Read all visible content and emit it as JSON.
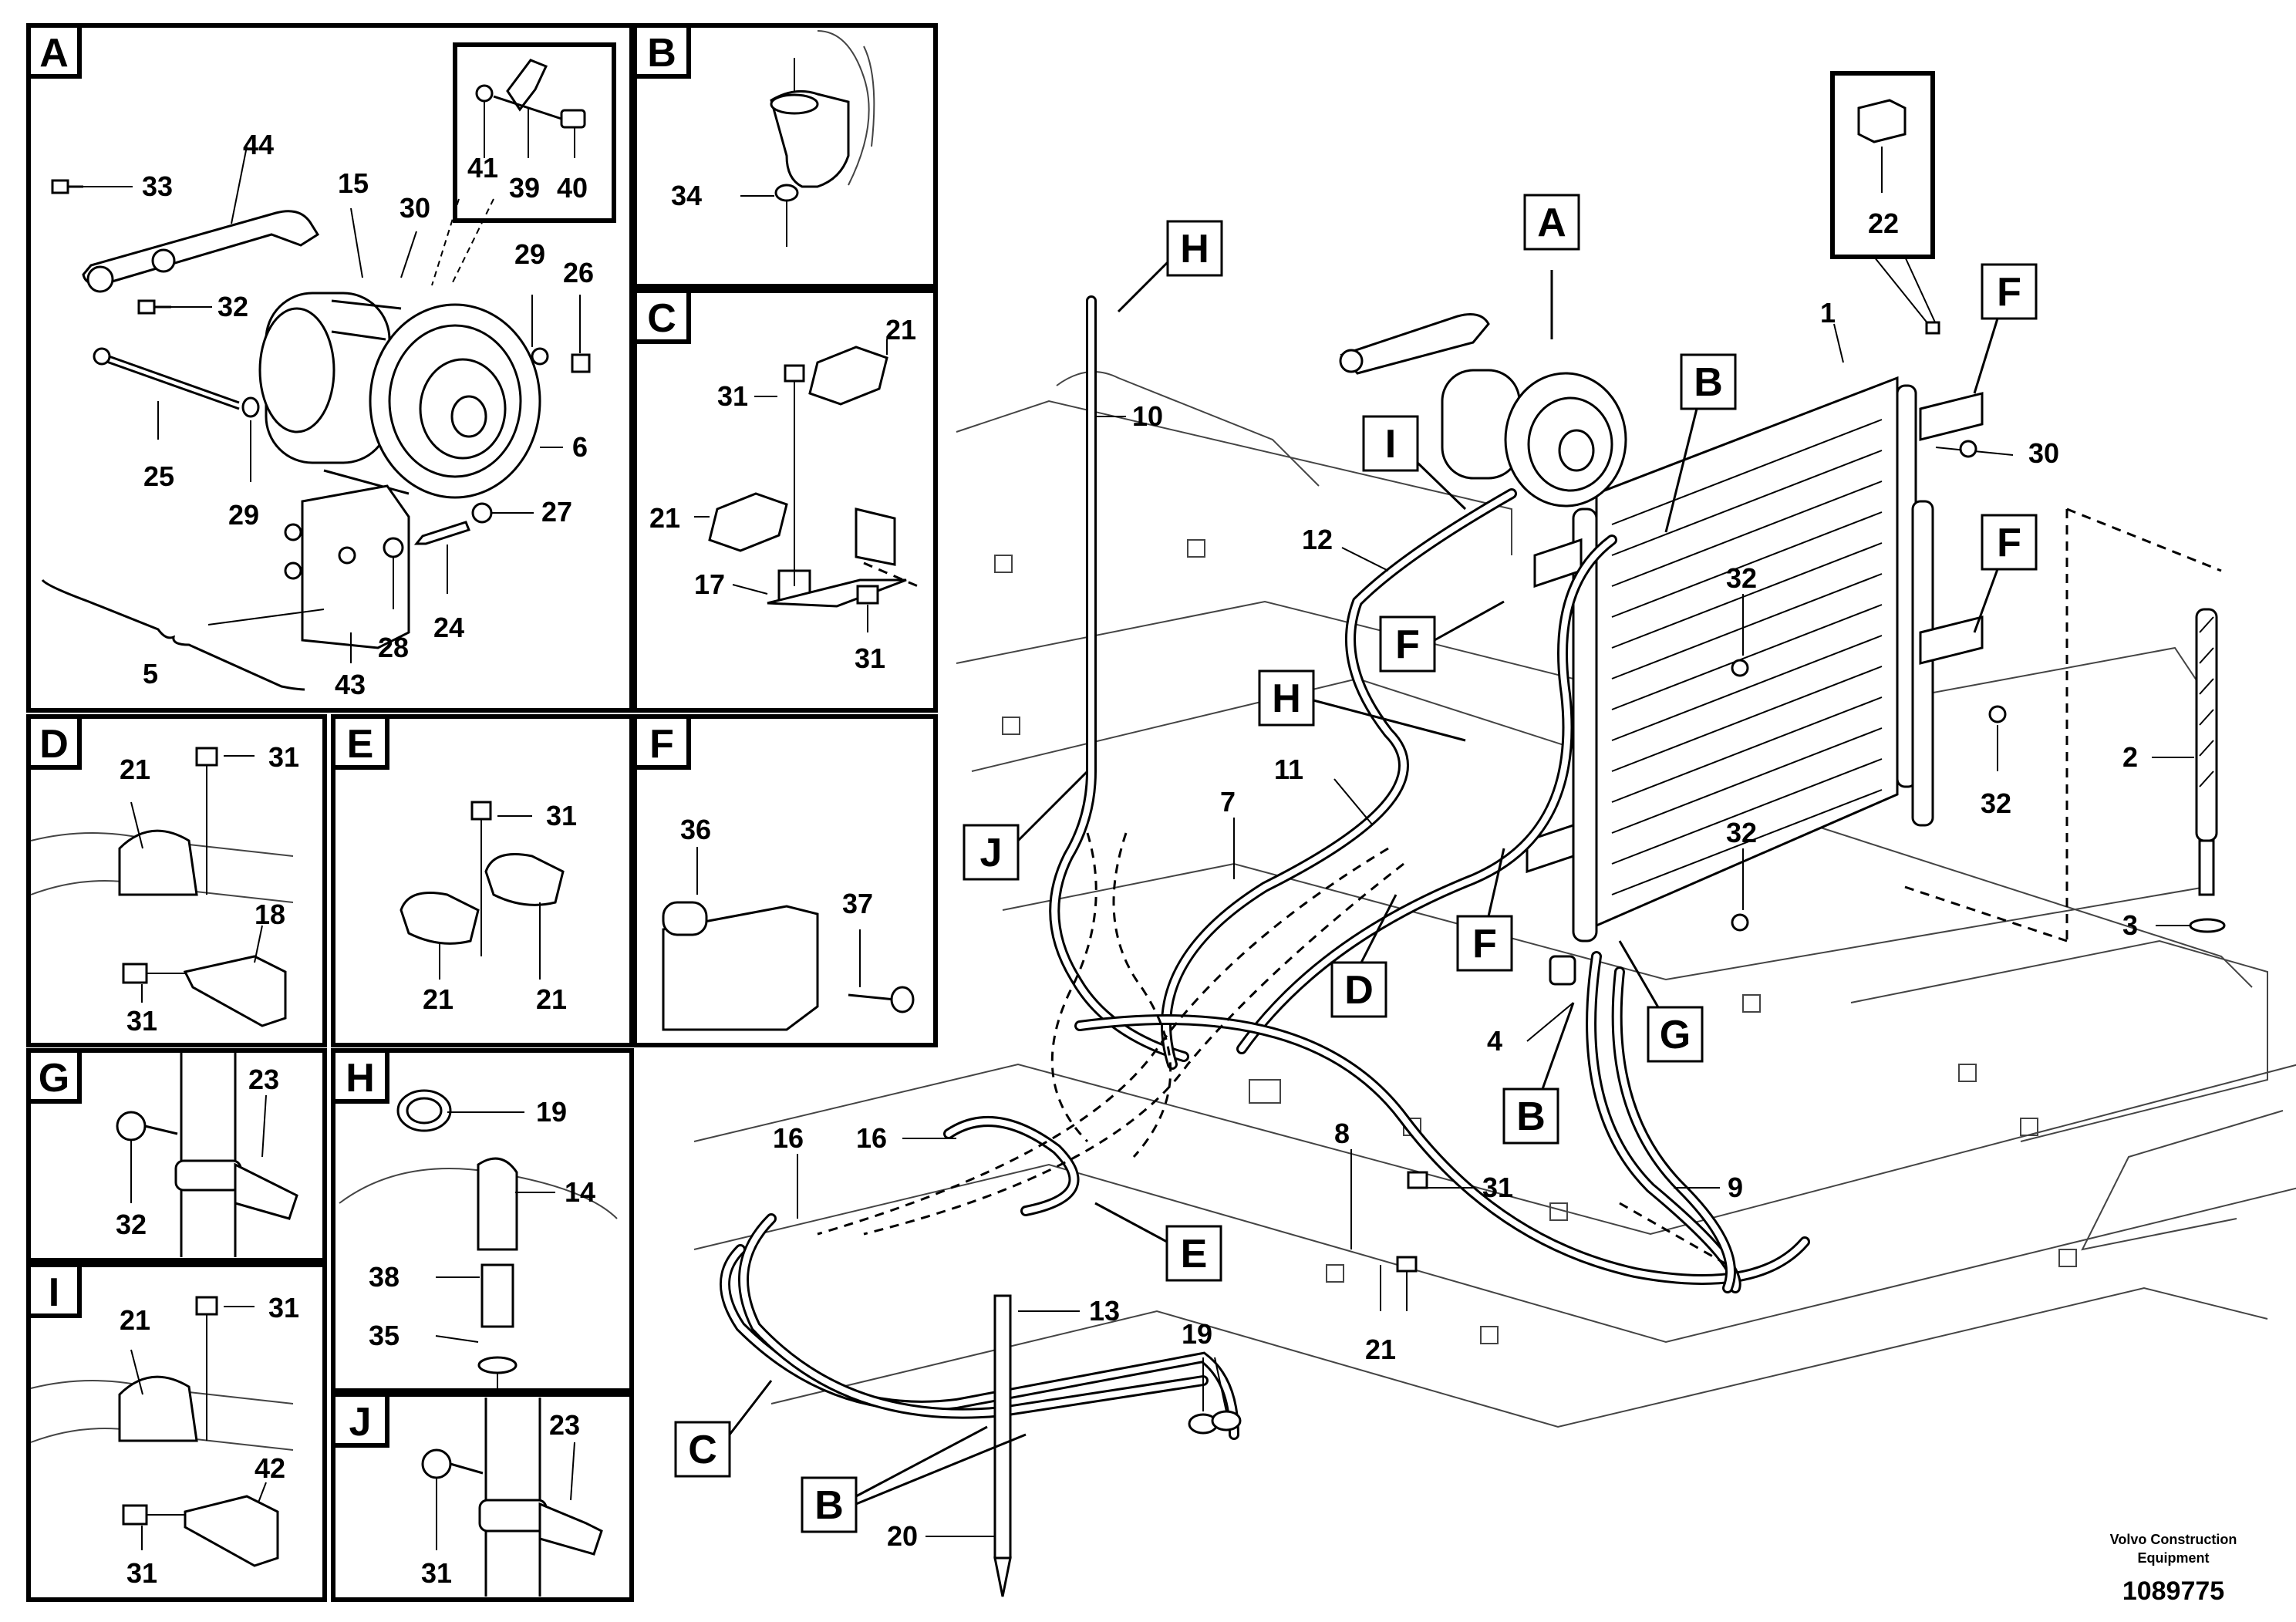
{
  "panels": {
    "A": {
      "label": "A",
      "callouts": [
        "44",
        "33",
        "15",
        "30",
        "29",
        "26",
        "32",
        "25",
        "29",
        "6",
        "27",
        "24",
        "28",
        "5",
        "43"
      ],
      "inset_callouts": [
        "41",
        "39",
        "40"
      ]
    },
    "B": {
      "label": "B",
      "callouts": [
        "34"
      ]
    },
    "C": {
      "label": "C",
      "callouts": [
        "21",
        "31",
        "21",
        "17",
        "31"
      ]
    },
    "D": {
      "label": "D",
      "callouts": [
        "21",
        "31",
        "18",
        "31"
      ]
    },
    "E": {
      "label": "E",
      "callouts": [
        "31",
        "21",
        "21"
      ]
    },
    "F": {
      "label": "F",
      "callouts": [
        "36",
        "37"
      ]
    },
    "G": {
      "label": "G",
      "callouts": [
        "23",
        "32"
      ]
    },
    "H": {
      "label": "H",
      "callouts": [
        "19",
        "14",
        "38",
        "35"
      ]
    },
    "I": {
      "label": "I",
      "callouts": [
        "21",
        "31",
        "42",
        "31"
      ]
    },
    "J": {
      "label": "J",
      "callouts": [
        "23",
        "31"
      ]
    }
  },
  "main": {
    "detail_tags": [
      "A",
      "B",
      "H",
      "I",
      "F",
      "F",
      "H",
      "J",
      "F",
      "D",
      "F",
      "B",
      "G",
      "E",
      "C",
      "B"
    ],
    "callouts": [
      "10",
      "12",
      "1",
      "22",
      "30",
      "32",
      "11",
      "7",
      "32",
      "32",
      "2",
      "3",
      "4",
      "16",
      "16",
      "8",
      "31",
      "9",
      "21",
      "13",
      "19",
      "20"
    ]
  },
  "footer": {
    "company_line1": "Volvo Construction",
    "company_line2": "Equipment",
    "document_number": "1089775"
  }
}
